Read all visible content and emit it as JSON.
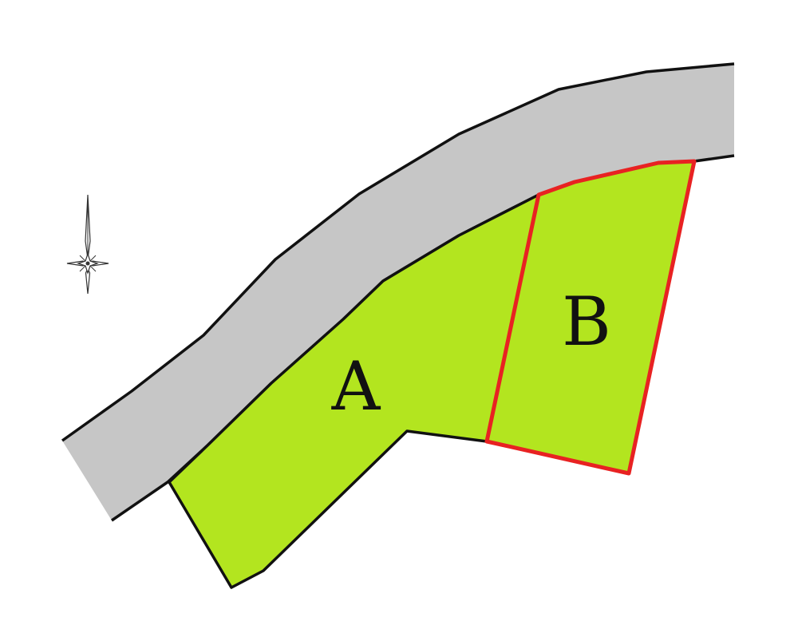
{
  "map": {
    "lots": [
      {
        "id": "A",
        "label": "A",
        "fill": "#b3e51f",
        "outline": "#111111",
        "highlighted": false
      },
      {
        "id": "B",
        "label": "B",
        "fill": "#b3e51f",
        "outline": "#e82222",
        "highlighted": true
      }
    ],
    "road": {
      "fill": "#c6c6c6",
      "edge": "#111111"
    },
    "compass": {
      "icon": "compass-rose-icon",
      "color": "#333333"
    },
    "background": "#ffffff"
  }
}
